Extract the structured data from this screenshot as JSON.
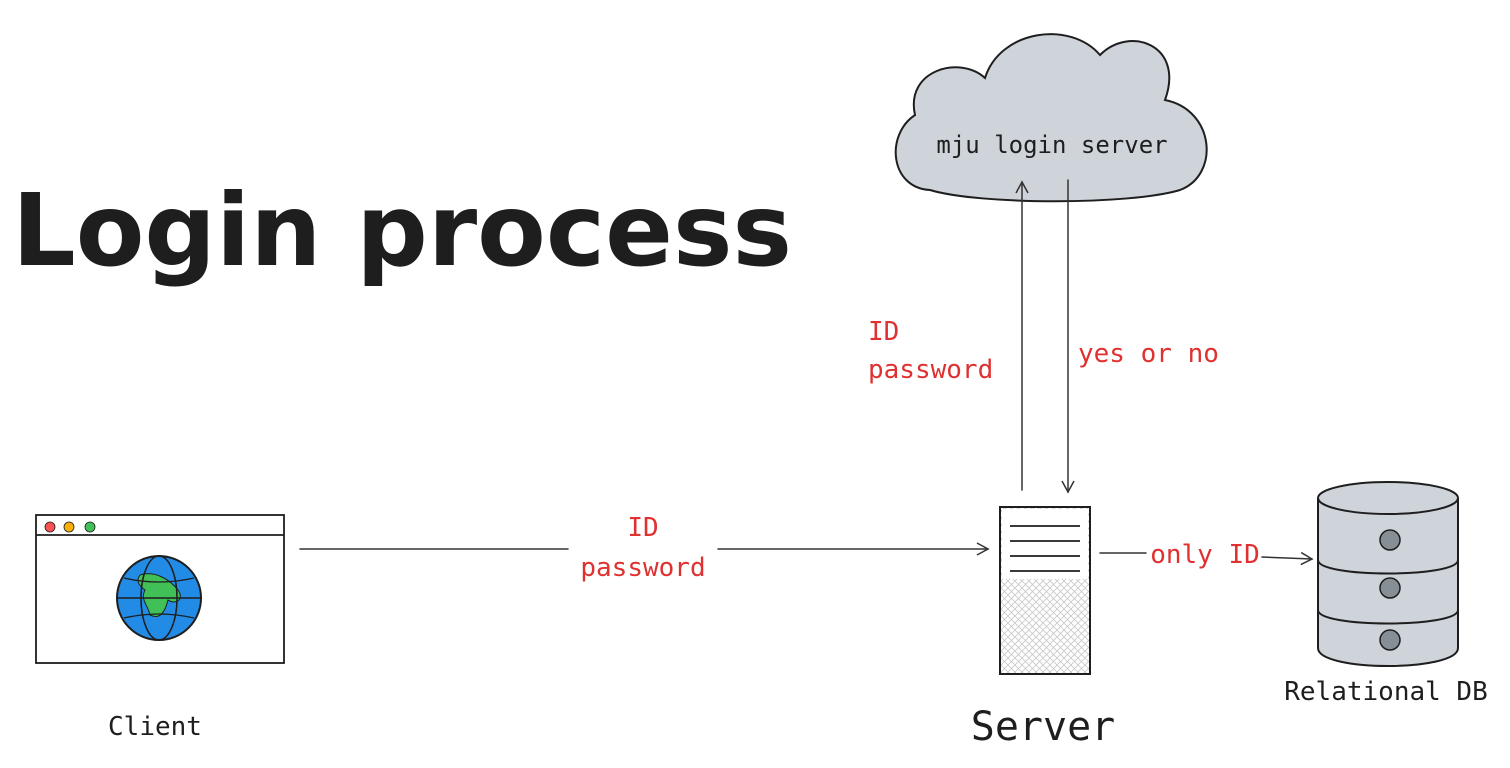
{
  "title": "Login process",
  "nodes": {
    "cloud": {
      "label": "mju login server",
      "fill": "#ced4da"
    },
    "client": {
      "label": "Client"
    },
    "server": {
      "label": "Server"
    },
    "database": {
      "label": "Relational DB",
      "fill": "#ced4da"
    }
  },
  "edges": {
    "client_to_server": {
      "line1": "ID",
      "line2": "password"
    },
    "server_to_cloud": {
      "line1": "ID",
      "line2": "password"
    },
    "cloud_to_server": {
      "label": "yes or no"
    },
    "server_to_db": {
      "label": "only ID"
    }
  },
  "colors": {
    "annotation": "#e03131",
    "stroke": "#1e1e1e",
    "globe_blue": "#228be6",
    "globe_green": "#40c057"
  }
}
